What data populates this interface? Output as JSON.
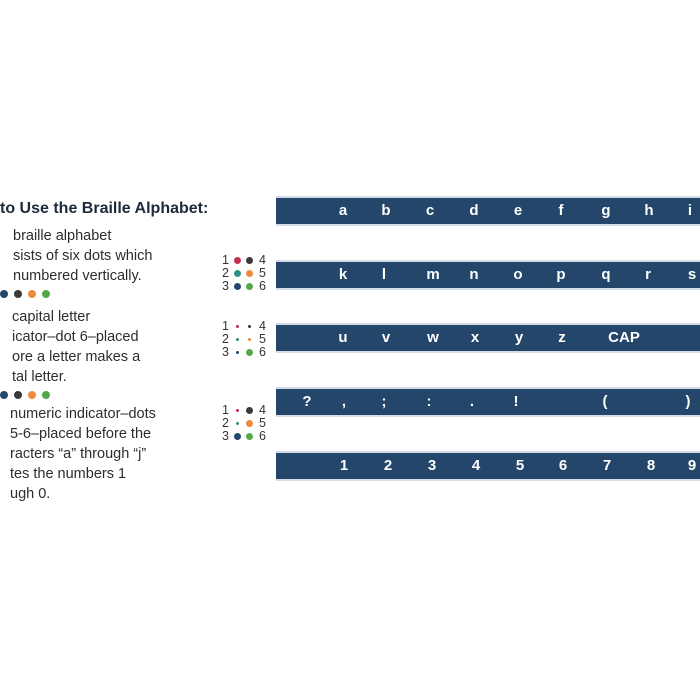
{
  "heading": "to Use the Braille Alphabet:",
  "paragraphs": [
    [
      "braille alphabet",
      "sists of six dots which",
      "numbered vertically."
    ],
    [
      "capital letter",
      "icator–dot 6–placed",
      "ore a letter makes a",
      "tal letter."
    ],
    [
      "numeric indicator–dots",
      "5-6–placed before the",
      "racters “a” through “j”",
      "tes the numbers 1",
      "ugh 0."
    ]
  ],
  "dot_colors": {
    "dot1": "#c0304a",
    "dot2": "#2f8f8a",
    "dot3": "#23466a",
    "dot4": "#3a3a3a",
    "dot5": "#ee8a3c",
    "dot6": "#55a84a",
    "bar": "#23466a"
  },
  "cells": [
    {
      "labels": [
        "1",
        "4",
        "2",
        "5",
        "3",
        "6"
      ]
    },
    {
      "labels": [
        "1",
        "4",
        "2",
        "5",
        "3",
        "6"
      ]
    },
    {
      "labels": [
        "1",
        "4",
        "2",
        "5",
        "3",
        "6"
      ]
    }
  ],
  "rows": [
    [
      "a",
      "b",
      "c",
      "d",
      "e",
      "f",
      "g",
      "h",
      "i"
    ],
    [
      "k",
      "l",
      "m",
      "n",
      "o",
      "p",
      "q",
      "r",
      "s"
    ],
    [
      "u",
      "v",
      "w",
      "x",
      "y",
      "z",
      "CAP"
    ],
    [
      "?",
      ",",
      ";",
      ":",
      ".",
      "!",
      "(",
      ")"
    ],
    [
      "1",
      "2",
      "3",
      "4",
      "5",
      "6",
      "7",
      "8",
      "9"
    ]
  ]
}
